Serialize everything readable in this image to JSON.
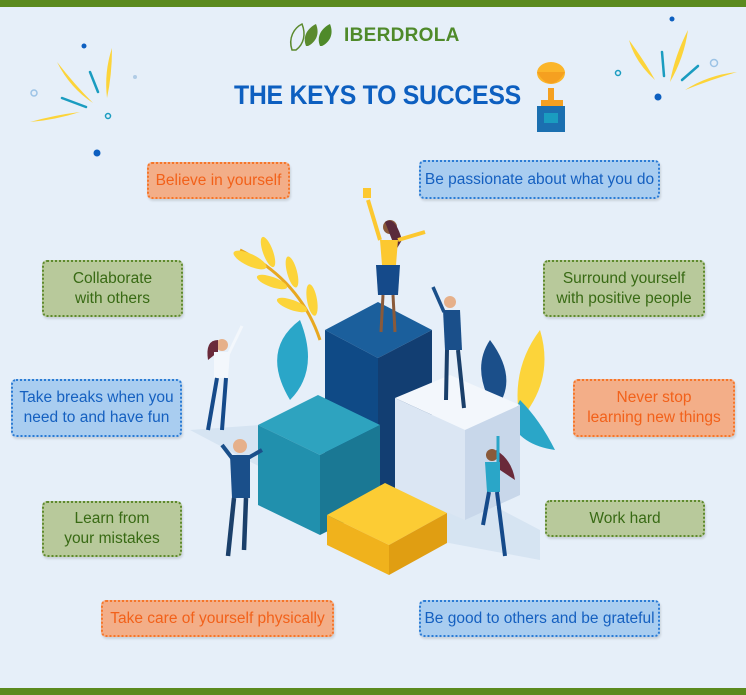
{
  "brand": {
    "name": "IBERDROLA"
  },
  "title": "THE KEYS TO SUCCESS",
  "keys": [
    {
      "label": "Believe in yourself",
      "color": "orange"
    },
    {
      "label": "Be passionate about what you do",
      "color": "blue"
    },
    {
      "label": "Collaborate with others",
      "color": "green"
    },
    {
      "label": "Surround yourself with positive people",
      "color": "green"
    },
    {
      "label": "Take breaks when you need to and have fun",
      "color": "blue"
    },
    {
      "label": "Never stop learning new things",
      "color": "orange"
    },
    {
      "label": "Learn from your mistakes",
      "color": "green"
    },
    {
      "label": "Work hard",
      "color": "green"
    },
    {
      "label": "Take care of yourself physically",
      "color": "orange"
    },
    {
      "label": "Be good to others and be grateful",
      "color": "blue"
    }
  ],
  "colors": {
    "brand_green": "#5b8a1e",
    "title_blue": "#0d5fc0",
    "background": "#e6eff9"
  }
}
